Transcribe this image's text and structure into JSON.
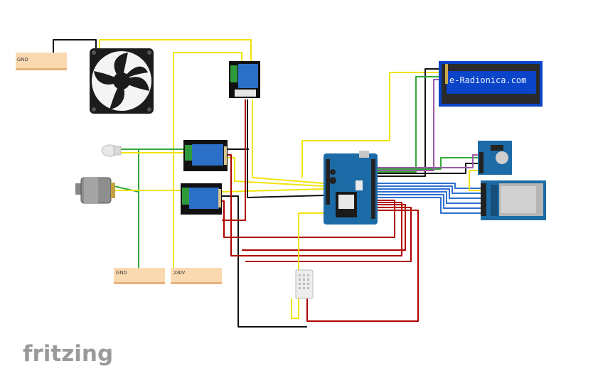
{
  "labels": {
    "gnd_top": "GND",
    "gnd_bottom": "GND",
    "v230": "230V",
    "lcd_text": "e-Radionica.com",
    "brand": "fritzing"
  },
  "colors": {
    "wire_yellow": "#f2e30a",
    "wire_red": "#b00000",
    "wire_black": "#111111",
    "wire_green": "#35a83a",
    "wire_blue": "#2f6fd0",
    "wire_purple": "#9a5aa6",
    "board_blue": "#1d6ba6",
    "lcd_blue": "#0a44c8",
    "label_bg": "#fbd9b0"
  }
}
